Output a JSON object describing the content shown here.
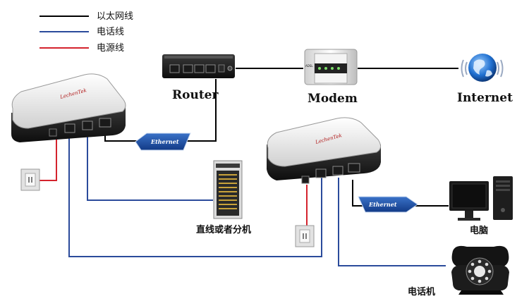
{
  "colors": {
    "ethernet": "#000000",
    "phone": "#2b4b9b",
    "power": "#d4232d",
    "ethernet_arrow": "#1f4f9f"
  },
  "legend": {
    "ethernet": "以太网线",
    "phone_line": "电话线",
    "power_line": "电源线"
  },
  "labels": {
    "router": "Router",
    "modem": "Modem",
    "internet": "Internet",
    "extension": "直线或者分机",
    "computer": "电脑",
    "telephone": "电话机"
  },
  "devices": {
    "ethernet_arrow_1": "Ethernet",
    "ethernet_arrow_2": "Ethernet",
    "adapter_logo_1": "LechenTek",
    "adapter_logo_2": "LechenTek",
    "modem_label": "ADSL"
  },
  "icons": {
    "internet": "globe-icon",
    "router": "router-icon",
    "modem": "modem-icon",
    "adapter": "powerline-adapter-icon",
    "outlet": "power-outlet-icon",
    "switchboard": "phone-switchboard-icon",
    "computer": "desktop-computer-icon",
    "telephone": "rotary-phone-icon"
  }
}
